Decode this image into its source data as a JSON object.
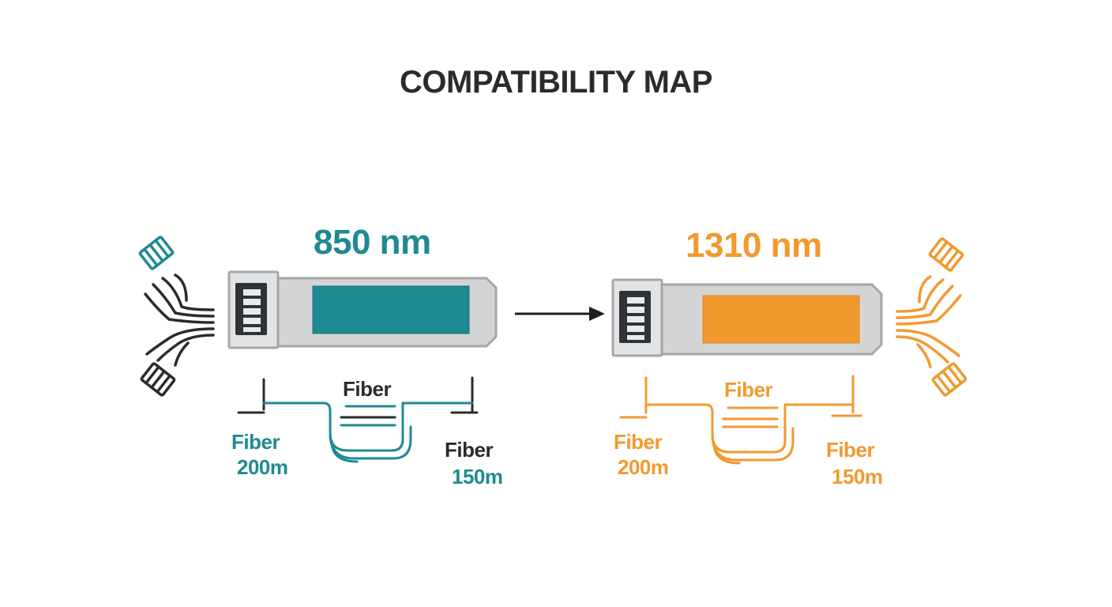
{
  "title": "COMPATIBILITY MAP",
  "colors": {
    "teal": "#1e8a92",
    "orange": "#f2992e",
    "dark": "#2b2b2b",
    "module_body": "#d3d4d5",
    "module_edge": "#a4a6a8"
  },
  "left_module": {
    "wavelength": "850 nm",
    "fiber_top_label": "Fiber",
    "left_label_line1": "Fiber",
    "left_label_line2": "200m",
    "right_label_line1": "Fiber",
    "right_label_line2": "150m"
  },
  "right_module": {
    "wavelength": "1310 nm",
    "fiber_top_label": "Fiber",
    "left_label_line1": "Fiber",
    "left_label_line2": "200m",
    "right_label_line1": "Fiber",
    "right_label_line2": "150m"
  },
  "icons": [
    "fiber-connector-icon",
    "arrow-right-icon"
  ]
}
